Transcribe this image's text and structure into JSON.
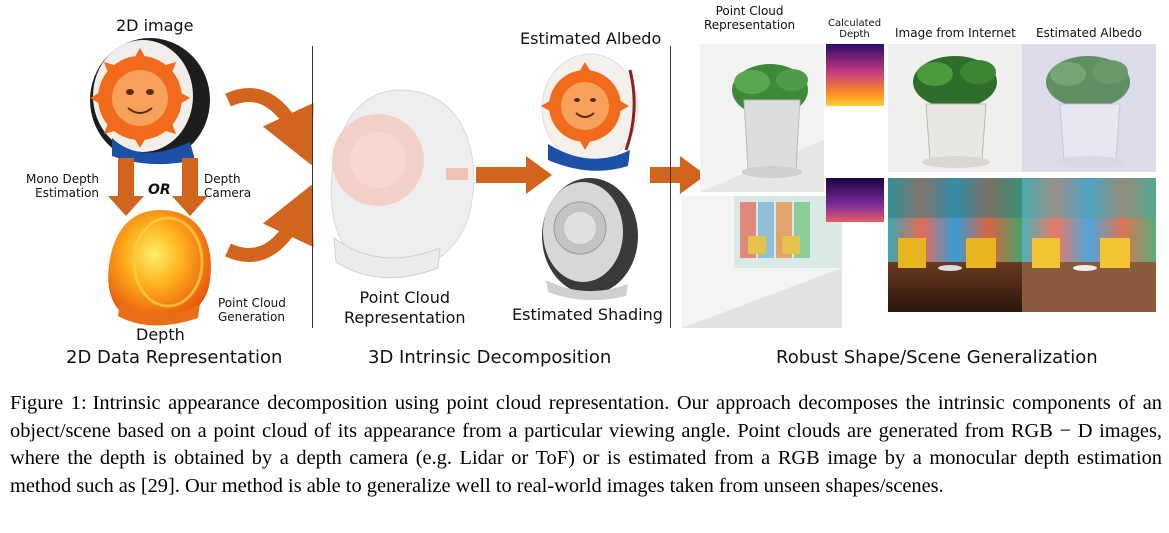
{
  "labels": {
    "image_2d": "2D image",
    "mono_depth": "Mono Depth\nEstimation",
    "or": "OR",
    "depth_camera": "Depth\nCamera",
    "depth": "Depth",
    "point_cloud_generation": "Point Cloud\nGeneration",
    "point_cloud_representation_mid": "Point Cloud\nRepresentation",
    "estimated_albedo_mid": "Estimated Albedo",
    "estimated_shading": "Estimated Shading",
    "point_cloud_representation_right": "Point Cloud\nRepresentation",
    "calculated_depth": "Calculated\nDepth",
    "image_from_internet": "Image from Internet",
    "estimated_albedo_right": "Estimated Albedo"
  },
  "sections": {
    "left": "2D Data Representation",
    "middle": "3D Intrinsic Decomposition",
    "right": "Robust Shape/Scene Generalization"
  },
  "caption": {
    "label": "Figure 1:",
    "text": "Intrinsic appearance decomposition using point cloud representation. Our approach decomposes the intrinsic components of an object/scene based on a point cloud of its appearance from a particular viewing angle. Point clouds are generated from RGB − D images, where the depth is obtained by a depth camera (e.g. Lidar or ToF) or is estimated from a RGB image by a monocular depth estimation method such as [29]. Our method is able to generalize well to real-world images taken from unseen shapes/scenes."
  },
  "colors": {
    "arrow": "#d2651e",
    "sun_orange": "#f26a1b",
    "sun_face": "#f7a15a",
    "ceramic": "#f4f1ec",
    "dark_body": "#1d1d1d",
    "blue_base": "#1c4fa6",
    "depth_orange": "#ff9f1a",
    "depth_yellow": "#ffe14a"
  }
}
